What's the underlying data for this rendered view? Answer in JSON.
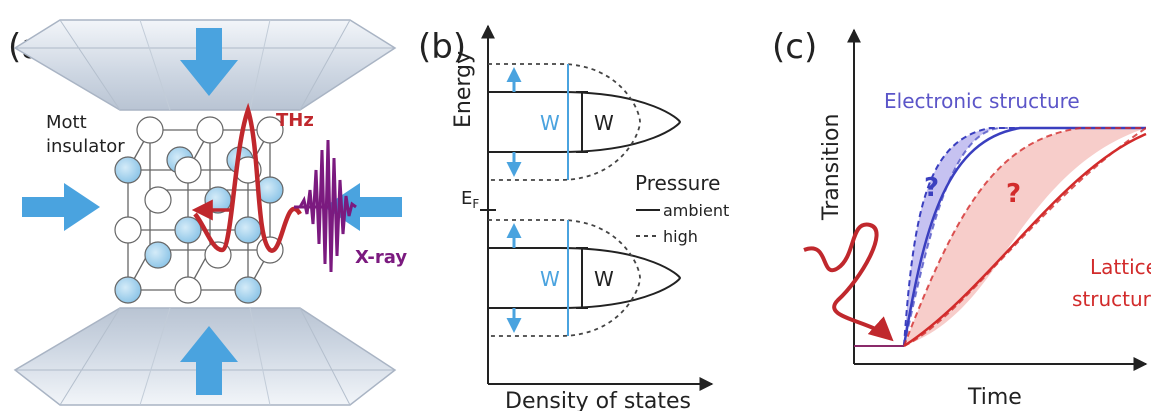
{
  "panels": {
    "a": {
      "label": "(a)",
      "mott_line1": "Mott",
      "mott_line2": "insulator",
      "thz": "THz",
      "xray": "X-ray"
    },
    "b": {
      "label": "(b)",
      "y_axis": "Energy",
      "x_axis": "Density of states",
      "fermi": "E",
      "fermi_sub": "F",
      "bandwidth_high": "W",
      "bandwidth_ambient": "W",
      "legend_title": "Pressure",
      "legend_ambient": "ambient",
      "legend_high": "high"
    },
    "c": {
      "label": "(c)",
      "y_axis": "Transition",
      "x_axis": "Time",
      "electronic": "Electronic structure",
      "lattice_line1": "Lattice",
      "lattice_line2": "structure",
      "q_electronic": "?",
      "q_lattice": "?"
    }
  },
  "colors": {
    "arrow_blue": "#4aa3df",
    "atom_blue": "#a9d3ec",
    "thz_red": "#c0282d",
    "xray_purple": "#7b1a7f",
    "electronic_blue": "#3a3fbf",
    "electronic_fill": "#b8b3ee",
    "lattice_red": "#d22b2b",
    "lattice_fill": "#f6c4c1",
    "text_dark": "#222222"
  }
}
